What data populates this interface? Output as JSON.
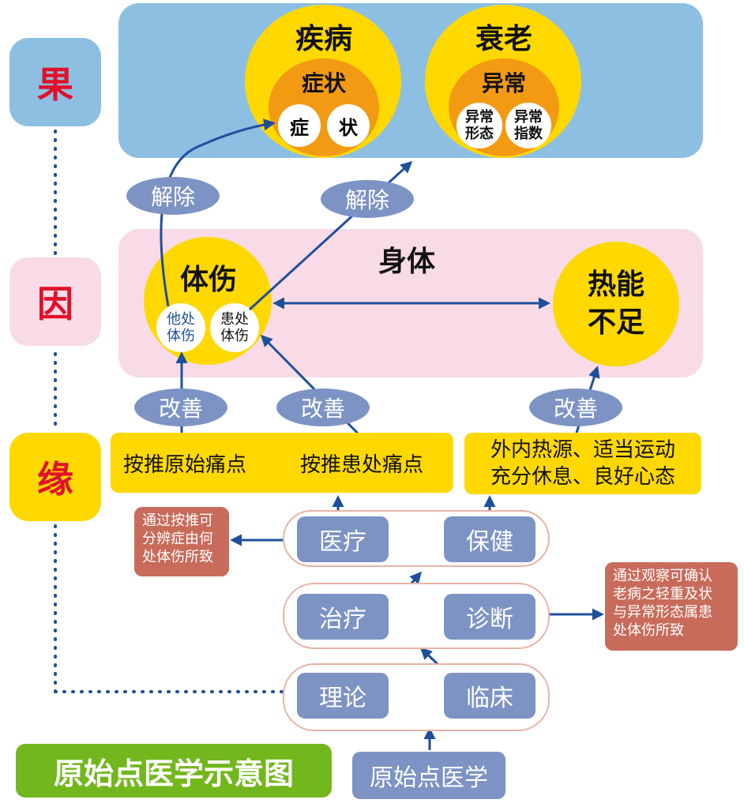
{
  "side_labels": {
    "guo": "果",
    "yin": "因",
    "yuan": "缘"
  },
  "top": {
    "disease": {
      "title": "疾病",
      "sub": "症状",
      "leaf1": "症",
      "leaf2": "状"
    },
    "aging": {
      "title": "衰老",
      "sub": "异常",
      "leaf1_line1": "异常",
      "leaf1_line2": "形态",
      "leaf2_line1": "异常",
      "leaf2_line2": "指数"
    }
  },
  "relief_labels": {
    "left": "解除",
    "right": "解除"
  },
  "body": {
    "title": "身体",
    "injury": {
      "title": "体伤",
      "other_line1": "他处",
      "other_line2": "体伤",
      "local_line1": "患处",
      "local_line2": "体伤"
    },
    "heat": {
      "line1": "热能",
      "line2": "不足"
    }
  },
  "improve_labels": {
    "a": "改善",
    "b": "改善",
    "c": "改善"
  },
  "methods": {
    "press_origin": "按推原始痛点",
    "press_local": "按推患处痛点",
    "care_line1": "外内热源、适当运动",
    "care_line2": "充分休息、良好心态"
  },
  "flow": {
    "medical": "医疗",
    "health": "保健",
    "treatment": "治疗",
    "diagnosis": "诊断",
    "theory": "理论",
    "clinical": "临床",
    "origin": "原始点医学"
  },
  "notes": {
    "left_line1": "通过按推可",
    "left_line2": "分辨症由何",
    "left_line3": "处体伤所致",
    "right_line1": "通过观察可确认",
    "right_line2": "老病之轻重及状",
    "right_line3": "与异常形态属患",
    "right_line4": "处体伤所致"
  },
  "diagram_title": "原始点医学示意图",
  "colors": {
    "blue_panel": "#8dbfe2",
    "pink_panel": "#f8dbe7",
    "yellow": "#ffd800",
    "orange": "#f39a13",
    "node_blue": "#7d93c4",
    "arrow": "#1f4f9b",
    "note_red": "#c86b5a",
    "title_green": "#72b71d",
    "label_red": "#e0102a"
  }
}
